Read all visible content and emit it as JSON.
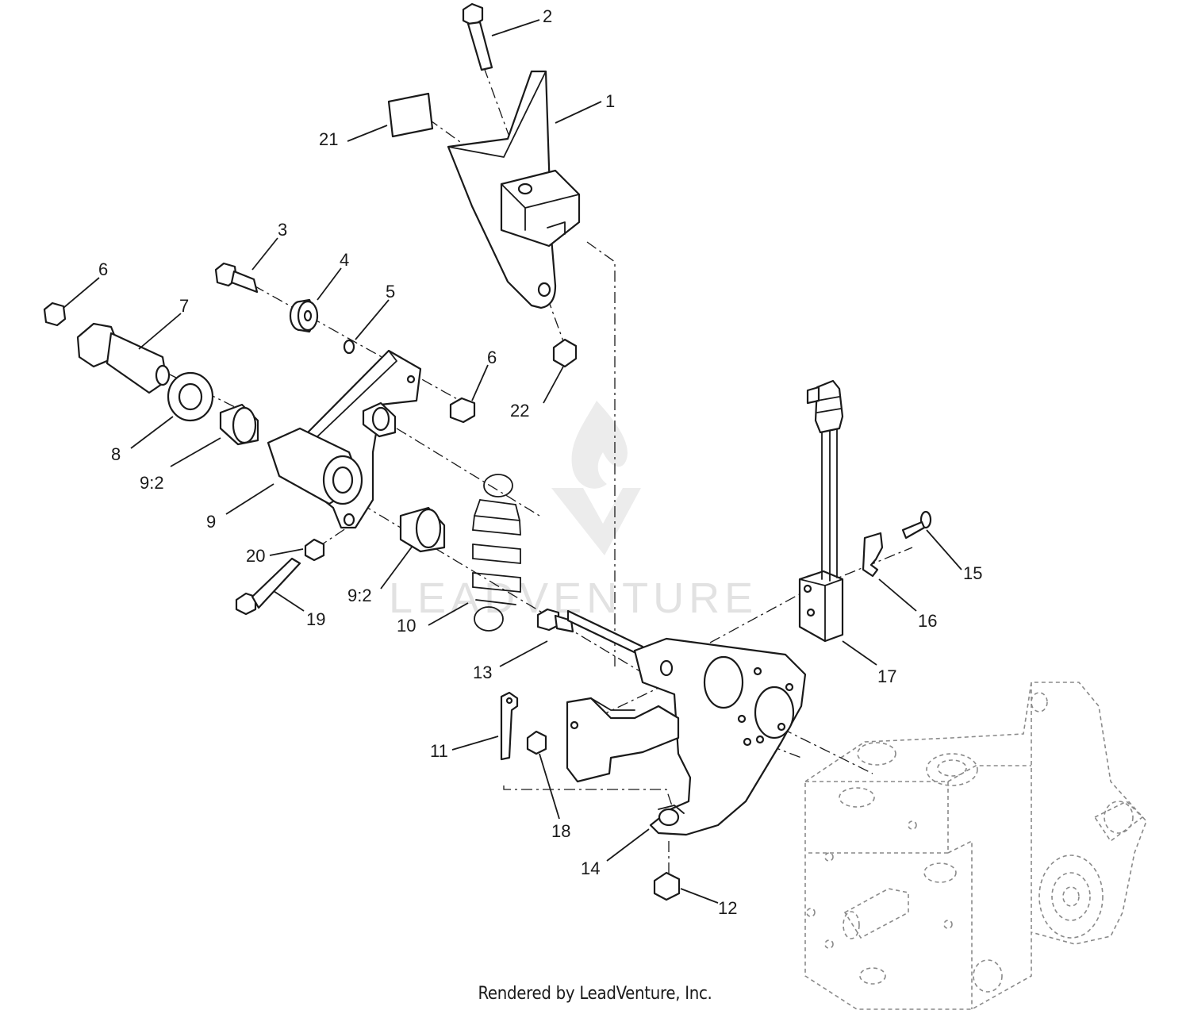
{
  "diagram": {
    "callouts": [
      {
        "id": "c1",
        "label": "1"
      },
      {
        "id": "c2",
        "label": "2"
      },
      {
        "id": "c3",
        "label": "3"
      },
      {
        "id": "c4",
        "label": "4"
      },
      {
        "id": "c5",
        "label": "5"
      },
      {
        "id": "c6a",
        "label": "6"
      },
      {
        "id": "c6b",
        "label": "6"
      },
      {
        "id": "c7",
        "label": "7"
      },
      {
        "id": "c8",
        "label": "8"
      },
      {
        "id": "c9",
        "label": "9"
      },
      {
        "id": "c9a",
        "label": "9:2"
      },
      {
        "id": "c9b",
        "label": "9:2"
      },
      {
        "id": "c10",
        "label": "10"
      },
      {
        "id": "c11",
        "label": "11"
      },
      {
        "id": "c12",
        "label": "12"
      },
      {
        "id": "c13",
        "label": "13"
      },
      {
        "id": "c14",
        "label": "14"
      },
      {
        "id": "c15",
        "label": "15"
      },
      {
        "id": "c16",
        "label": "16"
      },
      {
        "id": "c17",
        "label": "17"
      },
      {
        "id": "c18",
        "label": "18"
      },
      {
        "id": "c19",
        "label": "19"
      },
      {
        "id": "c20",
        "label": "20"
      },
      {
        "id": "c21",
        "label": "21"
      },
      {
        "id": "c22",
        "label": "22"
      }
    ],
    "watermark": "LEADVENTURE"
  },
  "footer": {
    "credit": "Rendered by LeadVenture, Inc."
  }
}
